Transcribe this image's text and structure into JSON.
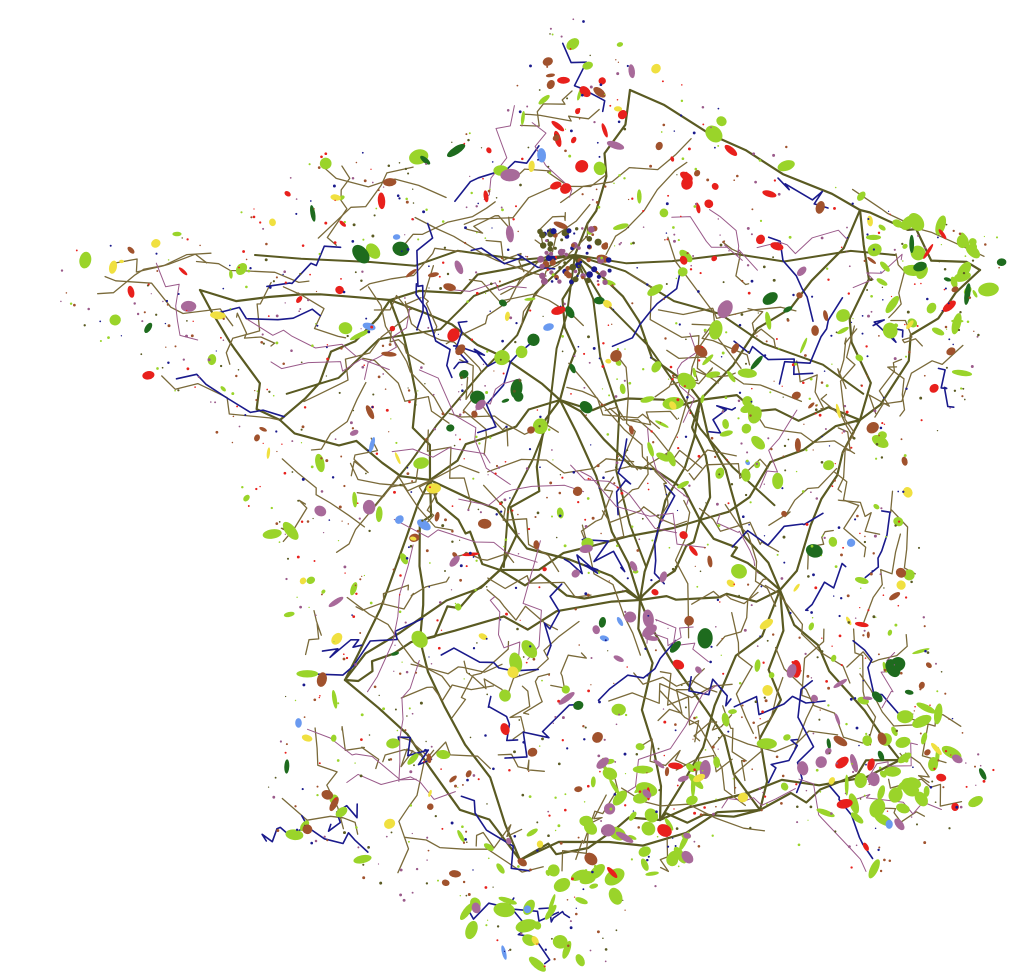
{
  "map": {
    "region": "France",
    "legend_shown": false,
    "labels_shown": false,
    "colors": {
      "background": "#ffffff",
      "major_road": "#5a5a22",
      "secondary_road": "#7a6a3a",
      "waterway": "#1a1a8c",
      "railway": "#9a5a8a",
      "forest": "#1e6b1e",
      "grassland": "#9ad42a",
      "industrial": "#e8201c",
      "urban": "#a0522d",
      "vineyard": "#a86a9a",
      "farmland": "#f0e040",
      "water_body": "#6a9af0"
    },
    "feature_types": [
      {
        "name": "major-roads",
        "color": "#5a5a22"
      },
      {
        "name": "waterways",
        "color": "#1a1a8c"
      },
      {
        "name": "railways",
        "color": "#9a5a8a"
      },
      {
        "name": "forest",
        "color": "#1e6b1e"
      },
      {
        "name": "grassland",
        "color": "#9ad42a"
      },
      {
        "name": "industrial",
        "color": "#e8201c"
      },
      {
        "name": "urban",
        "color": "#a0522d"
      },
      {
        "name": "vineyard",
        "color": "#a86a9a"
      },
      {
        "name": "farmland",
        "color": "#f0e040"
      },
      {
        "name": "water-bodies",
        "color": "#6a9af0"
      }
    ]
  }
}
